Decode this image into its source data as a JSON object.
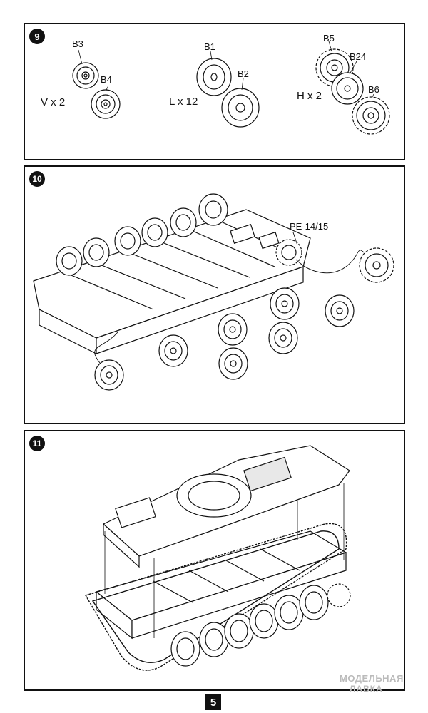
{
  "page": {
    "number": "5"
  },
  "watermark": {
    "line1": "МОДЕЛЬНАЯ",
    "line2": "ЛАВКА"
  },
  "steps": [
    {
      "number": "9",
      "parts": [
        "B3",
        "B4",
        "B1",
        "B2",
        "B5",
        "B24",
        "B6"
      ],
      "quantities": [
        "V x 2",
        "L x 12",
        "H x 2"
      ]
    },
    {
      "number": "10",
      "callout": "PE-14/15"
    },
    {
      "number": "11"
    }
  ],
  "colors": {
    "line": "#111111",
    "paper": "#ffffff"
  }
}
